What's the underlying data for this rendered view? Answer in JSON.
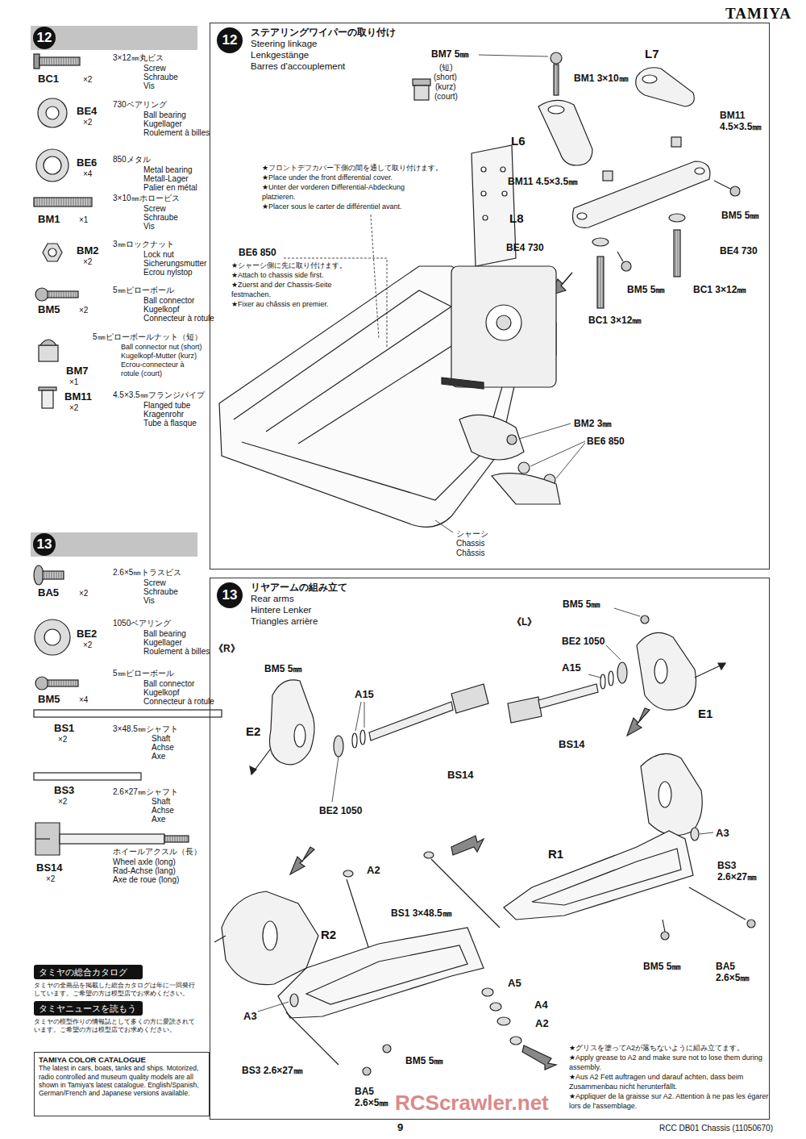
{
  "diagram": {
    "nodes": [
      {
        "text": [
          "12"
        ]
      },
      {
        "text": [
          "ステアリングワイパーの取り付け",
          "Steering linkage",
          "Lenkgestänge",
          "Barres d'accouplement"
        ]
      },
      {
        "text": [
          "12"
        ],
        "in": 1
      },
      {
        "text": [
          "13"
        ]
      },
      {
        "text": [
          "リヤアームの組み立て",
          "Rear arms",
          "Hintere Lenker",
          "Triangles arrière"
        ]
      },
      {
        "text": [
          "13"
        ],
        "in": 4
      },
      {
        "text": [
          "タミヤの総合カタログ"
        ]
      },
      {
        "text": [
          "タミヤニュースを読もう"
        ]
      },
      {
        "text": [
          "TAMIYA COLOR CATALOGUE",
          "The latest in cars, boats, tanks and ships. Motorized, radio controlled and museum quality models are all shown in Tamiya's latest catalogue. English/Spanish, German/French and Japanese versions available."
        ]
      }
    ],
    "labels": [
      "TAMIYA",
      "BC1",
      "×2",
      "3×12㎜丸ビス",
      "Screw",
      "Schraube",
      "Vis",
      "BE4",
      "×2",
      "730ベアリング",
      "Ball bearing",
      "Kugellager",
      "Roulement à billes",
      "BE6",
      "×4",
      "850メタル",
      "Metal bearing",
      "Metall-Lager",
      "Palier en métal",
      "BM1",
      "×1",
      "3×10㎜ホロービス",
      "Screw",
      "Schraube",
      "Vis",
      "BM2",
      "×2",
      "3㎜ロックナット",
      "Lock nut",
      "Sicherungsmutter",
      "Ecrou nylstop",
      "BM5",
      "×2",
      "5㎜ピローボール",
      "Ball connector",
      "Kugelkopf",
      "Connecteur à rotule",
      "BM7",
      "×1",
      "5㎜ピローボールナット（短）",
      "Ball connector nut (short)",
      "Kugelkopf-Mutter (kurz)",
      "Ecrou-connecteur à rotule (court)",
      "BM11",
      "×2",
      "4.5×3.5㎜フランジパイプ",
      "Flanged tube",
      "Kragenrohr",
      "Tube à flasque",
      "BM7 5㎜",
      "(短)",
      "(short)",
      "(kurz)",
      "(court)",
      "BM1 3×10㎜",
      "L7",
      "L6",
      "BM11 4.5×3.5㎜",
      "BM11 4.5×3.5㎜",
      "L8",
      "BE4 730",
      "BM5 5㎜",
      "BE4 730",
      "BM5 5㎜",
      "BC1 3×12㎜",
      "BC1 3×12㎜",
      "★フロントデフカバー下側の間を通して取り付けます。",
      "★Place under the front differential cover.",
      "★Unter der vorderen Differential-Abdeckung platzieren.",
      "★Placer sous le carter de différentiel avant.",
      "BE6 850",
      "★シャーシ側に先に取り付けます。",
      "★Attach to chassis side first.",
      "★Zuerst and der Chassis-Seite festmachen.",
      "★Fixer au châssis en premier.",
      "BM2 3㎜",
      "BE6 850",
      "シャーシ",
      "Chassis",
      "Châssis",
      "BA5",
      "×2",
      "2.6×5㎜トラスビス",
      "Screw",
      "Schraube",
      "Vis",
      "BE2",
      "×2",
      "1050ベアリング",
      "Ball bearing",
      "Kugellager",
      "Roulement à billes",
      "BM5",
      "×4",
      "5㎜ピローボール",
      "Ball connector",
      "Kugelkopf",
      "Connecteur à rotule",
      "BS1",
      "×2",
      "3×48.5㎜シャフト",
      "Shaft",
      "Achse",
      "Axe",
      "BS3",
      "×2",
      "2.6×27㎜シャフト",
      "Shaft",
      "Achse",
      "Axe",
      "BS14",
      "×2",
      "ホイールアクスル（長）",
      "Wheel axle (long)",
      "Rad-Achse (lang)",
      "Axe de roue (long)",
      "タミヤの全商品を掲載した総合カタログは年に一回発行しています。ご希望の方は模型店でお求めください。",
      "タミヤの模型作りの情報誌として多くの方に愛読されています。ご希望の方は模型店でお求めください。",
      "《R》",
      "《L》",
      "BM5 5㎜",
      "E2",
      "A15",
      "BS14",
      "BE2 1050",
      "BM5 5㎜",
      "BE2 1050",
      "A15",
      "E1",
      "BS14",
      "A3",
      "R1",
      "A2",
      "BS1 3×48.5㎜",
      "BS3 2.6×27㎜",
      "R2",
      "A3",
      "BM5 5㎜",
      "BA5 2.6×5㎜",
      "A5",
      "A4",
      "A2",
      "BS3 2.6×27㎜",
      "BM5 5㎜",
      "BA5 2.6×5㎜",
      "★グリスを塗ってA2が落ちないように組み立てます。",
      "★Apply grease to A2 and make sure not to lose them during assembly.",
      "★Aus A2 Fett auftragen und darauf achten, dass beim Zusammenbau nicht herunterfällt.",
      "★Appliquer de la graisse sur A2. Attention à ne pas les égarer lors de l'assemblage.",
      "9",
      "RCC DB01 Chassis (11050670)",
      "RCScrawler.net"
    ]
  }
}
